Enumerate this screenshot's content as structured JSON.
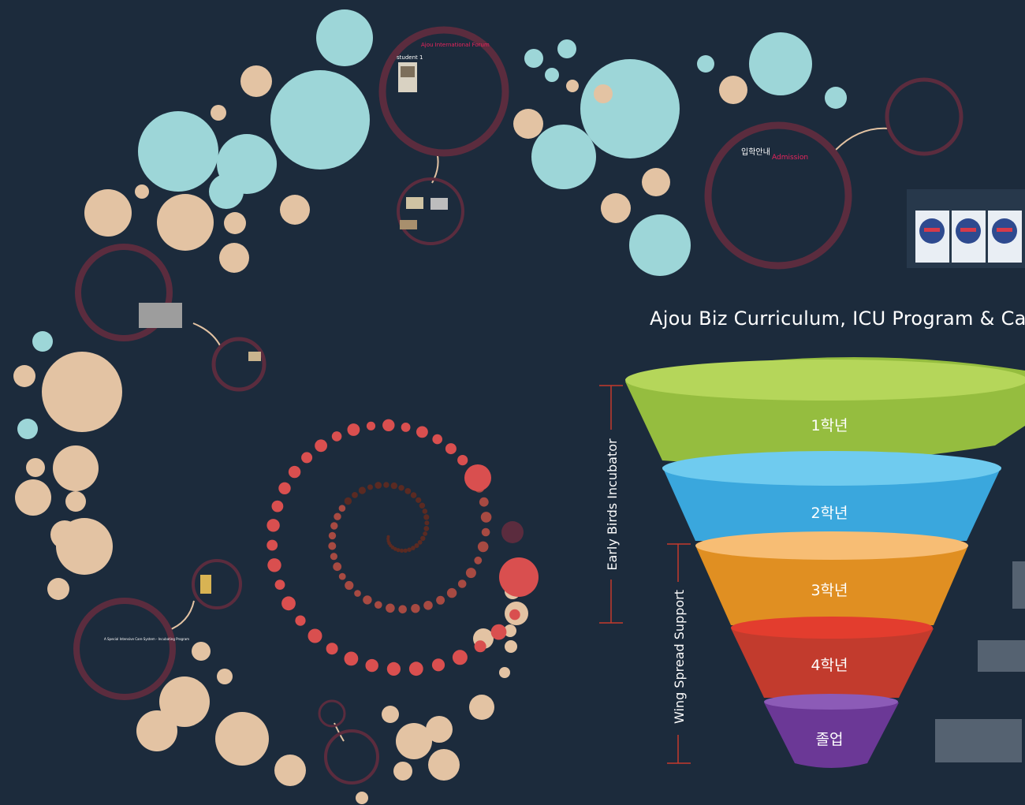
{
  "header": {
    "title": "Ajou Biz Curriculum, ICU Program & Car"
  },
  "funnel": {
    "tiers": [
      {
        "label": "1학년",
        "color": "#a6c94a"
      },
      {
        "label": "2학년",
        "color": "#3aa7dd"
      },
      {
        "label": "3학년",
        "color": "#e69a2c"
      },
      {
        "label": "4학년",
        "color": "#c43a2c"
      },
      {
        "label": "졸업",
        "color": "#6f3a9a"
      }
    ],
    "brackets": {
      "early": "Early Birds Incubator",
      "wing": "Wing Spread Support"
    }
  },
  "frames": {
    "forum_title": "Ajou International Forum",
    "forum_student": "student 1",
    "admission_kr": "입학안내",
    "admission_en": "Admission",
    "special_program": "A Special Intensive Care System - Incubating Program"
  },
  "colors": {
    "background": "#1c2b3c",
    "teal": "#9dd6d8",
    "peach": "#e3c3a3",
    "ring": "#5b2c3e",
    "accent": "#e8245d"
  }
}
